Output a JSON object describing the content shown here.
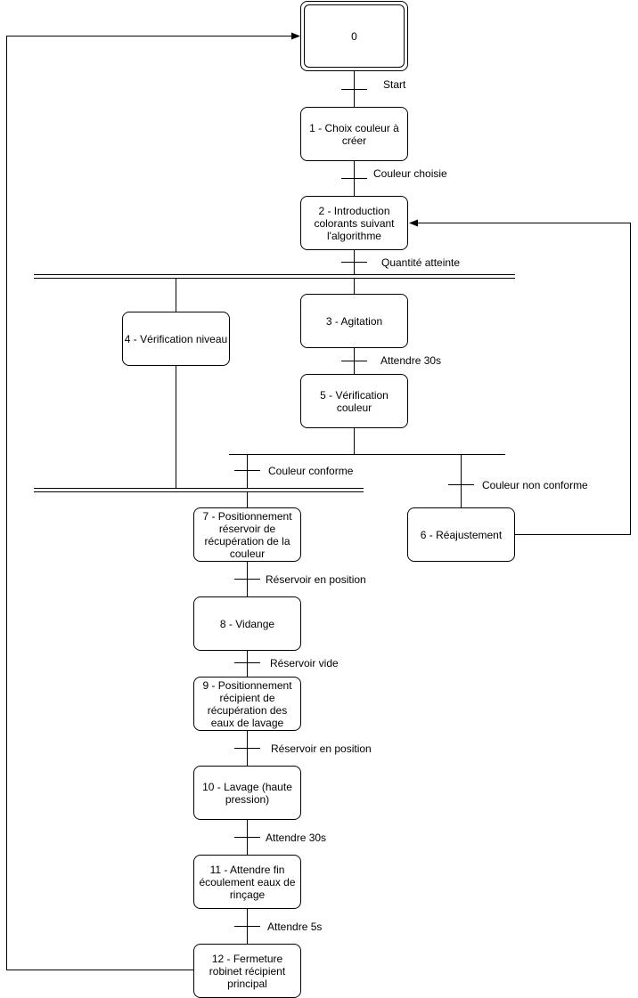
{
  "steps": {
    "s0": "0",
    "s1": "1 - Choix couleur à créer",
    "s2": "2 - Introduction colorants suivant l'algorithme",
    "s3": "3 - Agitation",
    "s4": "4 - Vérification niveau",
    "s5": "5 - Vérification couleur",
    "s6": "6 - Réajustement",
    "s7": "7 - Positionnement réservoir de récupération de la couleur",
    "s8": "8 - Vidange",
    "s9": "9 - Positionnement récipient de récupération des eaux de lavage",
    "s10": "10 - Lavage (haute pression)",
    "s11": "11 - Attendre fin écoulement eaux de rinçage",
    "s12": "12 - Fermeture robinet récipient principal"
  },
  "transitions": {
    "t0": "Start",
    "t1": "Couleur choisie",
    "t2": "Quantité atteinte",
    "t3": "Attendre 30s",
    "t5a": "Couleur conforme",
    "t5b": "Couleur non conforme",
    "t7": "Réservoir en position",
    "t8": "Réservoir vide",
    "t9": "Réservoir en position",
    "t10": "Attendre 30s",
    "t11": "Attendre 5s"
  }
}
